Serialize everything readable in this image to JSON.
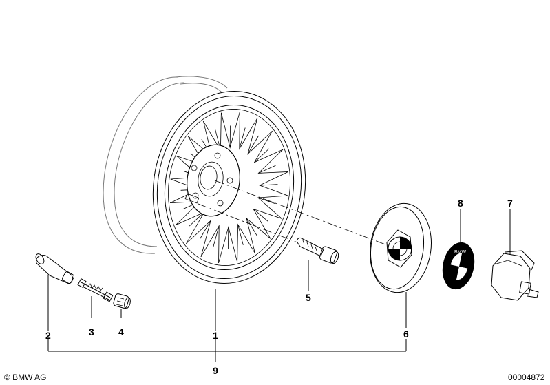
{
  "diagram": {
    "labels": [
      {
        "id": "part-2",
        "text": "2"
      },
      {
        "id": "part-3",
        "text": "3"
      },
      {
        "id": "part-4",
        "text": "4"
      },
      {
        "id": "part-1",
        "text": "1"
      },
      {
        "id": "part-5",
        "text": "5"
      },
      {
        "id": "part-6",
        "text": "6"
      },
      {
        "id": "part-8",
        "text": "8"
      },
      {
        "id": "part-7",
        "text": "7"
      },
      {
        "id": "part-9",
        "text": "9"
      }
    ],
    "copyright": "© BMW AG",
    "drawing_number": "00004872",
    "emblem_letters": "BMW"
  }
}
